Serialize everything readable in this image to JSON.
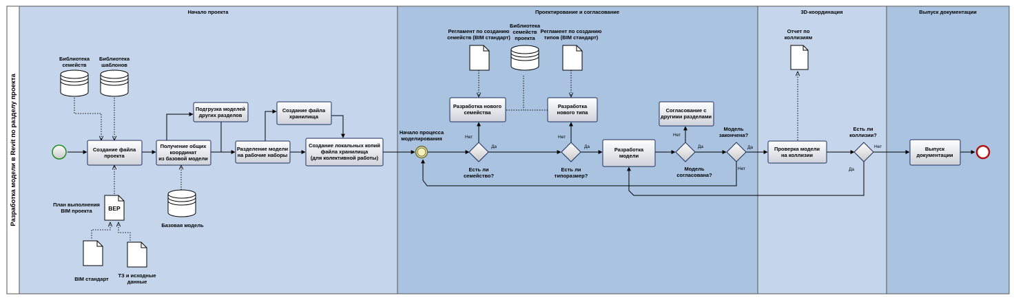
{
  "pool": {
    "title": "Разработка модели в Revit по разделу проекта"
  },
  "lanes": [
    {
      "id": "start",
      "title": "Начало проекта",
      "color": "#c5d6ec"
    },
    {
      "id": "design",
      "title": "Проектирование и согласование",
      "color": "#a9c3e0"
    },
    {
      "id": "coord",
      "title": "3D-координация",
      "color": "#c5d6ec"
    },
    {
      "id": "release",
      "title": "Выпуск документации",
      "color": "#a9c3e0"
    }
  ],
  "tasks": {
    "create_file": [
      "Создание файла",
      "проекта"
    ],
    "get_coords": [
      "Получение общих",
      "координат",
      "из базовой модели"
    ],
    "load_models": [
      "Подгрузка моделей",
      "других разделов"
    ],
    "split_model": [
      "Разделение модели",
      "на рабочие наборы"
    ],
    "create_storage": [
      "Создание файла",
      "хранилища"
    ],
    "local_copies": [
      "Создание локальных копий",
      "файла хранилища",
      "(для колективной работы)"
    ],
    "new_family": [
      "Разработка нового",
      "семейства"
    ],
    "new_type": [
      "Разработка",
      "нового типа"
    ],
    "dev_model": [
      "Разработка",
      "модели"
    ],
    "approve_sections": [
      "Согласование с",
      "другими разделами"
    ],
    "clash_check": [
      "Проверка модели",
      "на коллизии"
    ],
    "release_docs": [
      "Выпуск",
      "документации"
    ]
  },
  "data_objects": {
    "lib_families": [
      "Библиотека",
      "семейств"
    ],
    "lib_templates": [
      "Библиотека",
      "шаблонов"
    ],
    "base_model": [
      "Базовая модель"
    ],
    "bep_label": [
      "План выполнения",
      "BIM проекта"
    ],
    "bep_text": "BEP",
    "bim_standard": [
      "BIM стандарт"
    ],
    "tz_data": [
      "ТЗ и исходные",
      "данные"
    ],
    "reg_families": [
      "Регламент по созданию",
      "семейств (BIM стандарт)"
    ],
    "lib_project_families": [
      "Библиотека",
      "семейств",
      "проекта"
    ],
    "reg_types": [
      "Регламент по созданию",
      "типов (BIM стандарт)"
    ],
    "clash_report": [
      "Отчет по",
      "коллизиям"
    ]
  },
  "events": {
    "modeling_start": [
      "Начало процесса",
      "моделирования"
    ]
  },
  "gateways": {
    "has_family": [
      "Есть ли",
      "семейство?"
    ],
    "has_type": [
      "Есть ли",
      "типоразмер?"
    ],
    "model_approved": [
      "Модель",
      "согласована?"
    ],
    "model_done": [
      "Модель",
      "закончена?"
    ],
    "has_clash": [
      "Есть ли",
      "коллизии?"
    ]
  },
  "flow_labels": {
    "no": "Нет",
    "yes": "Да"
  }
}
